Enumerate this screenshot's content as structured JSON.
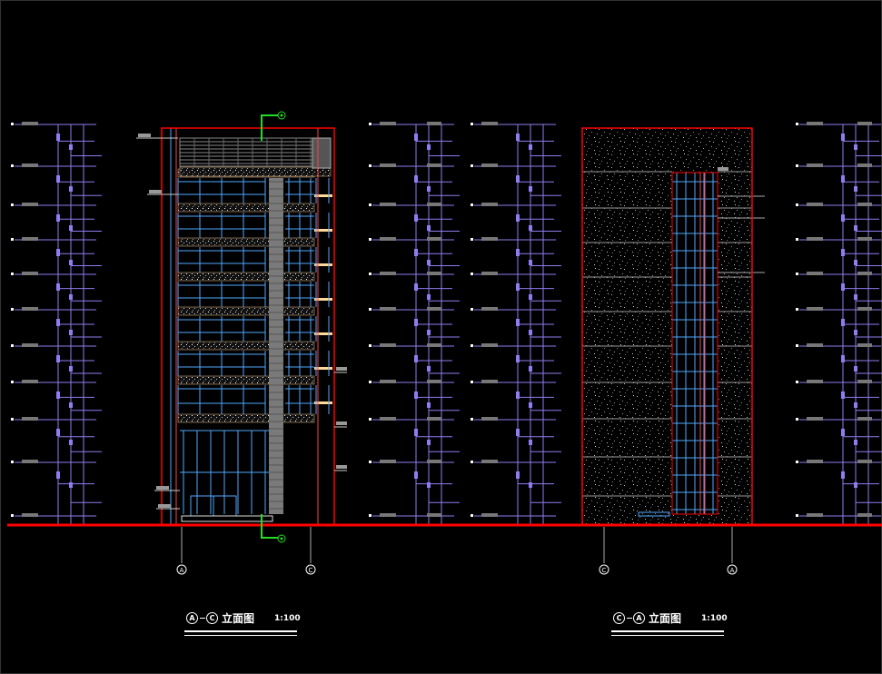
{
  "elevation_1": {
    "grid_start": "A",
    "grid_end": "C",
    "name": "立面图",
    "scale": "1:100"
  },
  "elevation_2": {
    "grid_start": "C",
    "grid_end": "A",
    "name": "立面图",
    "scale": "1:100"
  },
  "axis_bubbles": [
    "A",
    "C",
    "C",
    "A"
  ],
  "colors": {
    "background": "#000000",
    "ground_line": "#ff0000",
    "outline": "#ff0000",
    "dimension": "#8f7cf0",
    "glass": "#4fa8ff",
    "ledge": "#ffd89a",
    "axis_marker": "#22dd22",
    "text": "#ffffff"
  },
  "icons": [
    "grid-axis-bubble",
    "section-marker-icon"
  ]
}
